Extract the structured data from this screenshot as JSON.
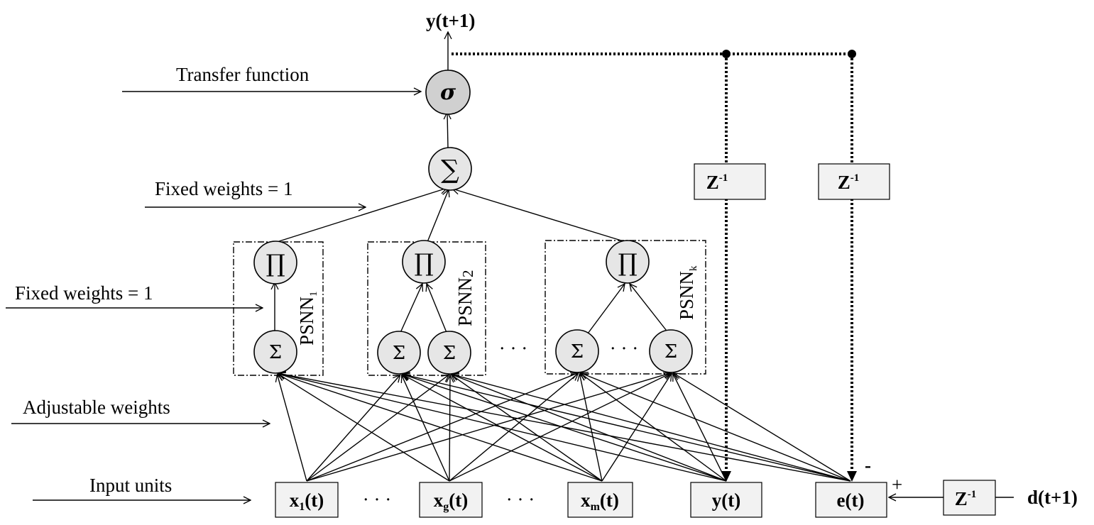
{
  "output": {
    "label": "y(t+1)"
  },
  "annotations": {
    "transfer_function": "Transfer function",
    "fixed_weights_top": "Fixed weights = 1",
    "fixed_weights_mid": "Fixed weights = 1",
    "adjustable_weights": "Adjustable weights",
    "input_units": "Input units"
  },
  "nodes": {
    "sigma": "σ",
    "sum": "∑",
    "product": "∏",
    "sum_small": "Σ"
  },
  "modules": {
    "psnn_1": {
      "name": "PSNN",
      "sub": "1"
    },
    "psnn_2": {
      "name": "PSNN",
      "sub": "2"
    },
    "psnn_k": {
      "name": "PSNN",
      "sub": "k"
    }
  },
  "ellipsis": "· · ·",
  "inputs": {
    "x1": {
      "main": "x",
      "sub": "1",
      "tail": "(t)"
    },
    "xg": {
      "main": "x",
      "sub": "g",
      "tail": "(t)"
    },
    "xm": {
      "main": "x",
      "sub": "m",
      "tail": "(t)"
    },
    "y": "y(t)",
    "e": "e(t)"
  },
  "delay": {
    "main": "Z",
    "sup": "-1"
  },
  "target": "d(t+1)",
  "signs": {
    "minus": "-",
    "plus": "+"
  }
}
